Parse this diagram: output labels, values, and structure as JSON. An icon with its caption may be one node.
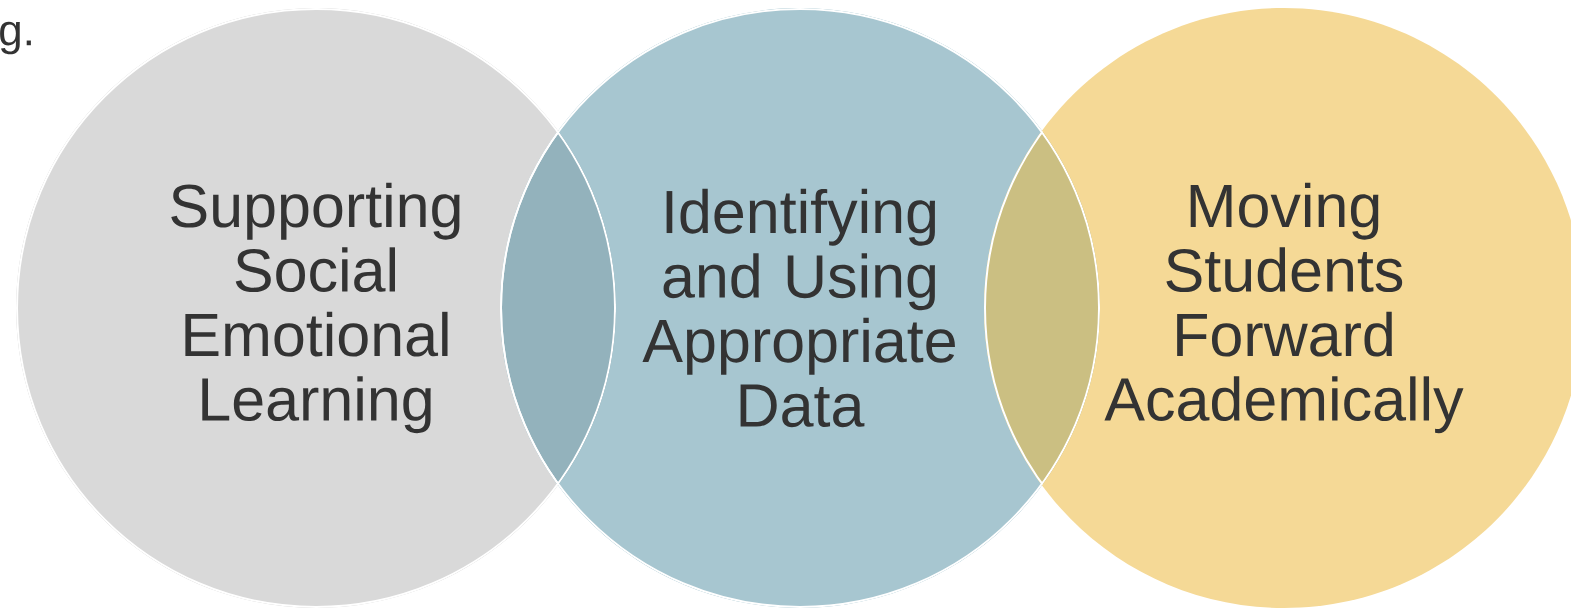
{
  "diagram": {
    "nodes": [
      {
        "text": [
          "Supporting Social Emotional Learning"
        ]
      },
      {
        "text": [
          "Identifying and Using Appropriate Data"
        ]
      },
      {
        "text": [
          "Moving Students Forward Academically"
        ]
      }
    ],
    "labels": [
      "g."
    ]
  }
}
